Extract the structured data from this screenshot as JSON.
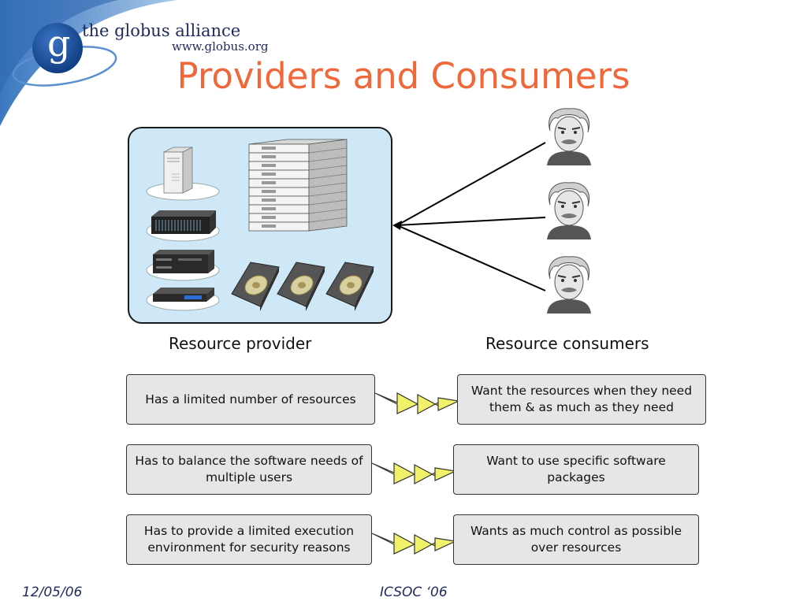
{
  "header": {
    "brand_name": "the globus alliance",
    "brand_url": "www.globus.org",
    "logo_letter": "g",
    "title": "Providers and Consumers"
  },
  "diagram": {
    "provider_caption": "Resource provider",
    "consumer_caption": "Resource consumers",
    "provider_icons": [
      "tower-server-icon",
      "rack-server-icon",
      "disk-array-icon",
      "router-icon",
      "server-rack-stack-icon",
      "hard-disk-icon",
      "hard-disk-icon",
      "hard-disk-icon"
    ],
    "consumer_icons": [
      "einstein-face-icon",
      "einstein-face-icon",
      "einstein-face-icon"
    ],
    "connector_icon": "lightning-bolt-icon"
  },
  "comparisons": [
    {
      "provider": "Has a limited number of resources",
      "consumer": "Want the resources when they need them & as much as they need"
    },
    {
      "provider": "Has to balance the software needs of multiple users",
      "consumer": "Want to use specific software packages"
    },
    {
      "provider": "Has to provide a limited execution environment for security reasons",
      "consumer": "Wants as much control as possible over resources"
    }
  ],
  "footer": {
    "date": "12/05/06",
    "venue": "ICSOC ‘06"
  },
  "colors": {
    "title": "#f0683a",
    "brand": "#1f2a5c",
    "panel": "#cfe8f8",
    "box": "#e6e6e6",
    "bolt": "#f2f26a"
  }
}
